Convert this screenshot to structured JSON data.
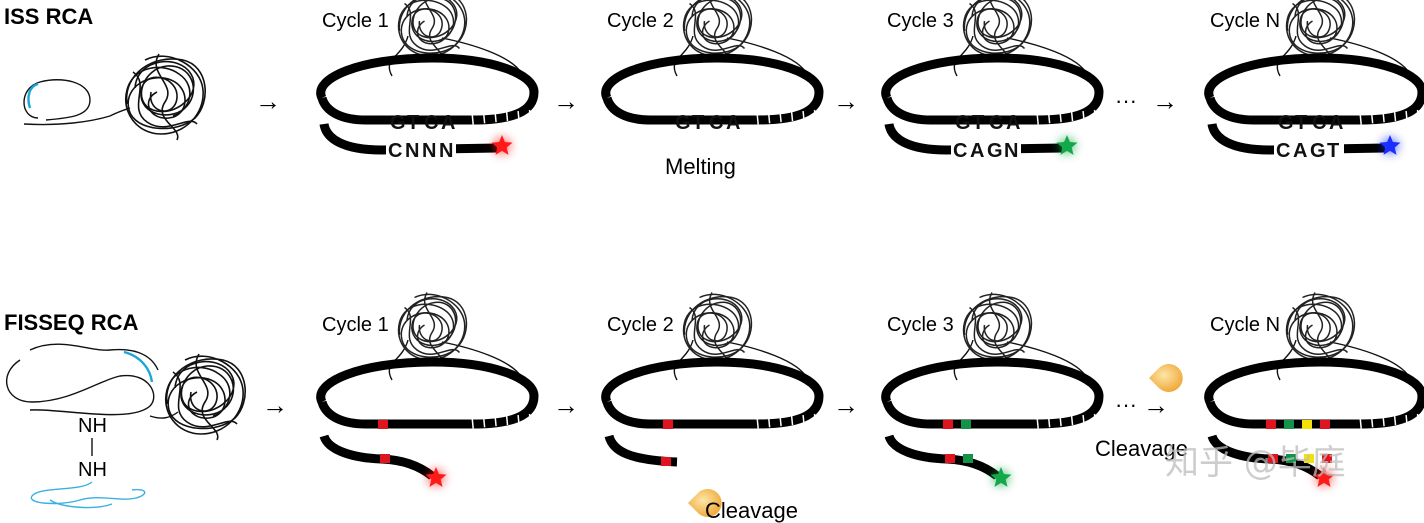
{
  "rows": {
    "iss": {
      "title": "ISS RCA",
      "cycles": [
        "Cycle 1",
        "Cycle 2",
        "Cycle 3",
        "Cycle N"
      ],
      "template": [
        [
          {
            "t": "G",
            "c": "#e0141e"
          },
          {
            "t": "T",
            "c": "#111"
          },
          {
            "t": "C",
            "c": "#111"
          },
          {
            "t": "A",
            "c": "#111"
          }
        ],
        [
          {
            "t": "G",
            "c": "#111"
          },
          {
            "t": "T",
            "c": "#111"
          },
          {
            "t": "C",
            "c": "#111"
          },
          {
            "t": "A",
            "c": "#111"
          }
        ],
        [
          {
            "t": "G",
            "c": "#111"
          },
          {
            "t": "T",
            "c": "#13924a"
          },
          {
            "t": "C",
            "c": "#111"
          },
          {
            "t": "A",
            "c": "#111"
          }
        ],
        [
          {
            "t": "G",
            "c": "#111"
          },
          {
            "t": "T",
            "c": "#111"
          },
          {
            "t": "C",
            "c": "#111"
          },
          {
            "t": "A",
            "c": "#1a2fcc"
          }
        ]
      ],
      "probe": [
        [
          {
            "t": "C",
            "c": "#e0141e"
          },
          {
            "t": "N",
            "c": "#111"
          },
          {
            "t": "N",
            "c": "#111"
          },
          {
            "t": "N",
            "c": "#111"
          }
        ],
        null,
        [
          {
            "t": "C",
            "c": "#111"
          },
          {
            "t": "A",
            "c": "#13924a"
          },
          {
            "t": "G",
            "c": "#111"
          },
          {
            "t": "N",
            "c": "#111"
          }
        ],
        [
          {
            "t": "C",
            "c": "#111"
          },
          {
            "t": "A",
            "c": "#111"
          },
          {
            "t": "G",
            "c": "#111"
          },
          {
            "t": "T",
            "c": "#1a2fcc"
          }
        ]
      ],
      "star_colors": [
        "#ff1a1a",
        null,
        "#14a84a",
        "#1a2fff"
      ],
      "melting_label": "Melting",
      "ellipsis": "···"
    },
    "fisseq": {
      "title": "FISSEQ RCA",
      "cycles": [
        "Cycle 1",
        "Cycle 2",
        "Cycle 3",
        "Cycle N"
      ],
      "linker": [
        "NH",
        "NH"
      ],
      "cleavage_label_1": "Cleavage",
      "cleavage_label_2": "Cleavage",
      "ellipsis": "···",
      "star_colors": [
        "#ff1a1a",
        null,
        "#14a84a",
        "#ff1a1a"
      ]
    }
  },
  "watermark": "知乎 @毕庭",
  "colors": {
    "red": "#e0141e",
    "green": "#13924a",
    "blue": "#1a2fcc",
    "yellow": "#f5e10a",
    "enzyme": "#f5b84a"
  }
}
